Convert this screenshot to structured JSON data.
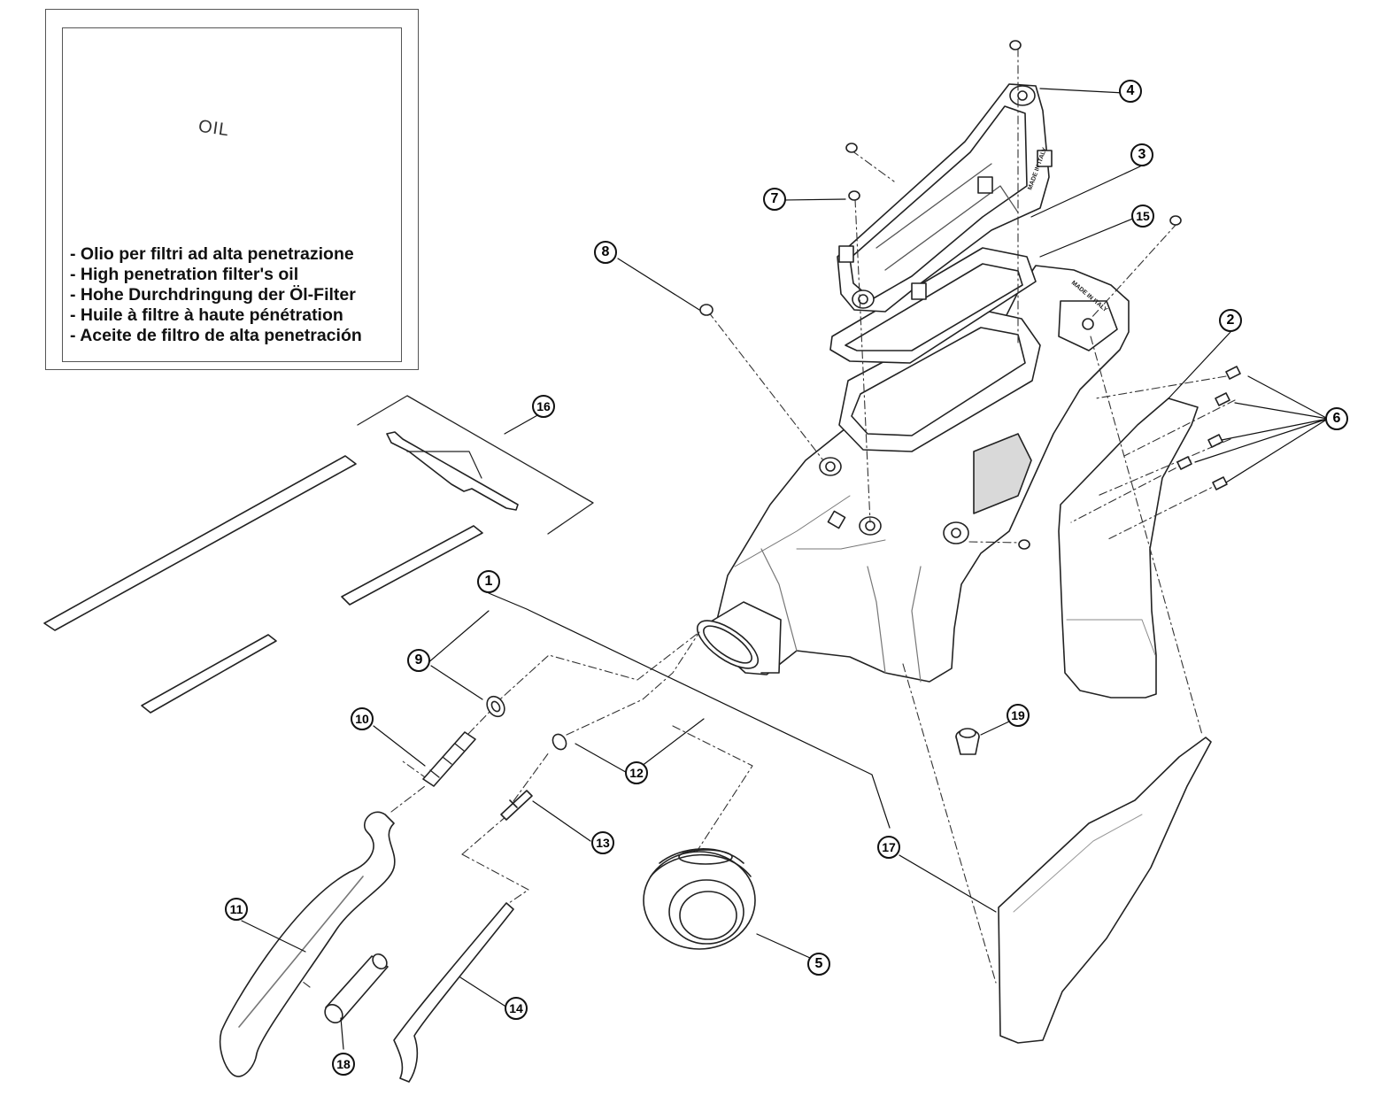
{
  "oil_note": {
    "can_label": "OIL",
    "lines": [
      "- Olio per filtri ad alta penetrazione",
      "- High penetration filter's oil",
      "- Hohe Durchdringung der Öl-Filter",
      "- Huile à filtre à haute pénétration",
      "- Aceite de filtro de alta penetración"
    ]
  },
  "airbox_markings": [
    "MADE IN ITALY",
    "MADE IN ITALY"
  ],
  "callouts": [
    "1",
    "2",
    "3",
    "4",
    "5",
    "6",
    "7",
    "8",
    "9",
    "10",
    "11",
    "12",
    "13",
    "14",
    "15",
    "16",
    "17",
    "18",
    "19"
  ],
  "colors": {
    "line": "#222222",
    "fill": "#ffffff",
    "shade": "#d9d9d9"
  }
}
